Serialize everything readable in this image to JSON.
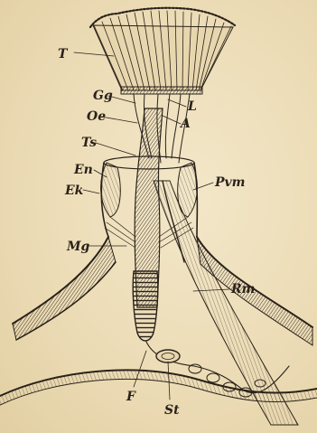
{
  "figure": {
    "labels": {
      "T": "T",
      "Gg": "Gg",
      "Oe": "Oe",
      "Ts": "Ts",
      "En": "En",
      "Ek": "Ek",
      "Mg": "Mg",
      "L": "L",
      "A": "A",
      "Pvm": "Pvm",
      "Rm": "Rm",
      "F": "F",
      "St": "St"
    }
  },
  "colors": {
    "paper": "#ecdcb6",
    "ink": "#2a221a"
  }
}
